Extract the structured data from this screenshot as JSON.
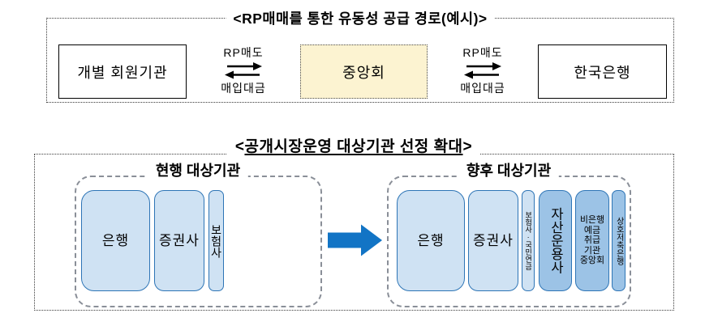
{
  "top_section": {
    "title": "<RP매매를 통한 유동성 공급 경로(예시)>",
    "nodes": [
      {
        "label": "개별 회원기관",
        "style": "solid-border"
      },
      {
        "label": "중앙회",
        "style": "dotted-border-yellow",
        "fill": "#FCF3D1"
      },
      {
        "label": "한국은행",
        "style": "solid-border"
      }
    ],
    "flows": [
      {
        "top_label": "RP매도",
        "bottom_label": "매입대금",
        "icon": "exchange-arrows"
      },
      {
        "top_label": "RP매도",
        "bottom_label": "매입대금",
        "icon": "exchange-arrows"
      }
    ]
  },
  "bottom_section": {
    "title_prefix": "<",
    "title_text": "공개시장운영 대상기관 선정 확대",
    "title_suffix": ">",
    "current_group": {
      "label": "현행 대상기관",
      "items": [
        {
          "label": "은행",
          "tone": "light"
        },
        {
          "label": "증권사",
          "tone": "light"
        },
        {
          "label": "보험사",
          "tone": "light",
          "orientation": "vertical"
        }
      ]
    },
    "future_group": {
      "label": "향후 대상기관",
      "items": [
        {
          "label": "은행",
          "tone": "light"
        },
        {
          "label": "증권사",
          "tone": "light"
        },
        {
          "label": "보험사·국민연금",
          "tone": "light",
          "orientation": "vertical"
        },
        {
          "label": "자산운용사",
          "tone": "dark",
          "orientation": "vertical"
        },
        {
          "label": "비은행\n예금\n취급\n기관\n중앙회",
          "tone": "dark",
          "orientation": "multiline"
        },
        {
          "label": "상호저축은행",
          "tone": "dark",
          "orientation": "vertical"
        }
      ]
    },
    "arrow_direction": "right"
  },
  "colors": {
    "light_box_fill": "#CFE2F3",
    "dark_box_fill": "#9CC3E6",
    "box_border": "#2E75B6",
    "highlight_yellow": "#FCF3D1",
    "expand_arrow_blue": "#1274C5",
    "dashed_group_border": "#8A8F98"
  }
}
